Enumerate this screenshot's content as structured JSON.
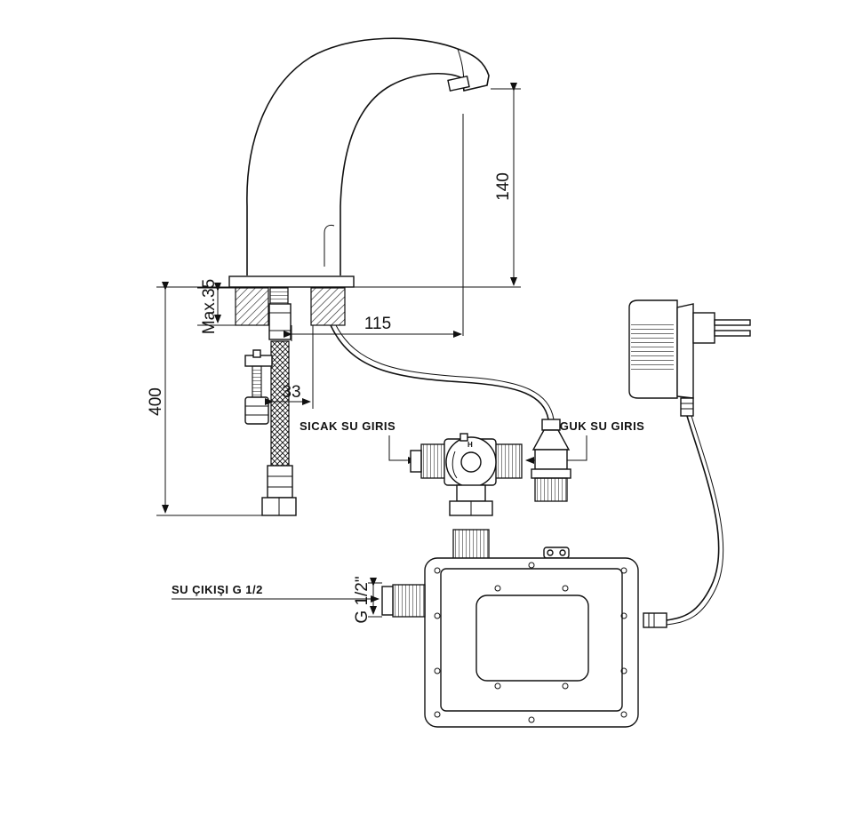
{
  "dimensions": {
    "spout_height": "140",
    "max_thickness": "Max.35",
    "reach": "115",
    "height_total": "400",
    "hose_offset": "33",
    "outlet_thread": "G 1/2\""
  },
  "labels": {
    "hot_inlet": "SICAK SU GIRIS",
    "cold_inlet": "SOGUK SU GIRIS",
    "water_outlet": "SU ÇIKIŞI G 1/2"
  },
  "valve_mark": "H"
}
